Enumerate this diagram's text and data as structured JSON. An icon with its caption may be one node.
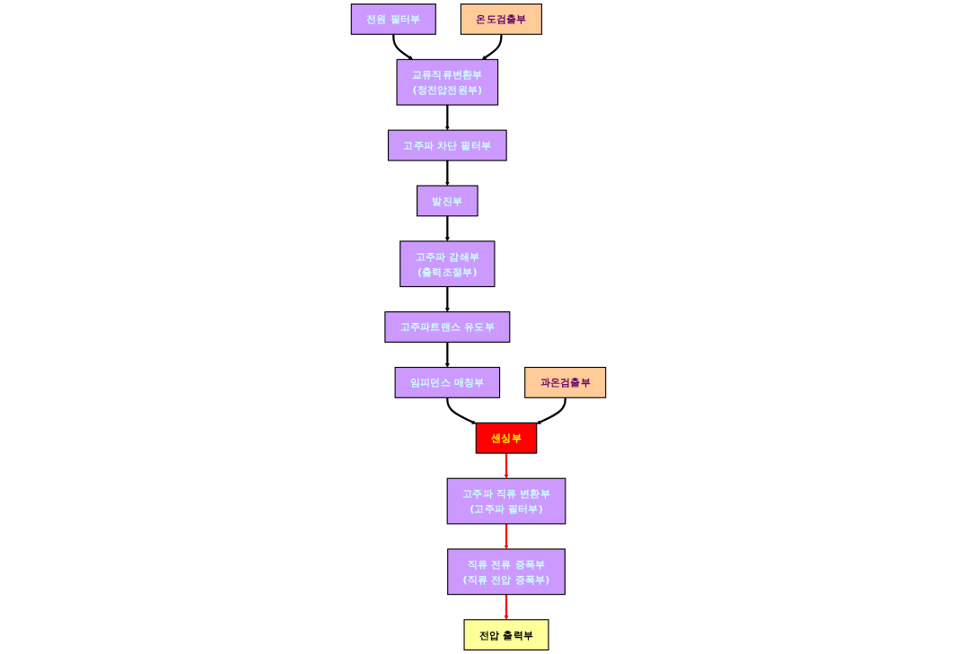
{
  "diagram": {
    "nodes": [
      {
        "text": [
          "전원 필터부"
        ]
      },
      {
        "text": [
          "교류직류변환부",
          "(정전압전원부)"
        ]
      },
      {
        "text": [
          "고주파 차단 필터부"
        ]
      },
      {
        "text": [
          "온도검출부"
        ]
      },
      {
        "text": [
          "고주파트랜스 유도부"
        ]
      },
      {
        "text": [
          "고주파 감쇄부",
          "(출력조절부)"
        ]
      },
      {
        "text": [
          "발진부"
        ]
      },
      {
        "text": [
          "임피던스 매칭부"
        ]
      },
      {
        "text": [
          "센싱부"
        ]
      },
      {
        "text": [
          "과온검출부"
        ]
      },
      {
        "text": [
          "고주파 직류 변환부",
          "(고주파 필터부)"
        ]
      },
      {
        "text": [
          "직류 전류 증폭부",
          "(직류 전압 증폭부)"
        ]
      },
      {
        "text": [
          "전압 출력부"
        ]
      }
    ],
    "edges": [
      {
        "from": 0,
        "to": 1,
        "arrow": "to"
      },
      {
        "from": 1,
        "to": 2,
        "arrow": "to"
      },
      {
        "from": 3,
        "to": 1,
        "arrow": "to"
      },
      {
        "from": 2,
        "to": 6,
        "arrow": "to"
      },
      {
        "from": 6,
        "to": 5,
        "arrow": "to"
      },
      {
        "from": 5,
        "to": 4,
        "arrow": "to"
      },
      {
        "from": 4,
        "to": 7,
        "arrow": "to"
      },
      {
        "from": 7,
        "to": 8,
        "arrow": "to"
      },
      {
        "from": 9,
        "to": 8,
        "arrow": "to"
      },
      {
        "from": 8,
        "to": 10,
        "arrow": "to",
        "color": "#ff0000"
      },
      {
        "from": 10,
        "to": 11,
        "arrow": "to",
        "color": "#ff0000"
      },
      {
        "from": 11,
        "to": 12,
        "arrow": "to",
        "color": "#ff0000"
      }
    ]
  }
}
